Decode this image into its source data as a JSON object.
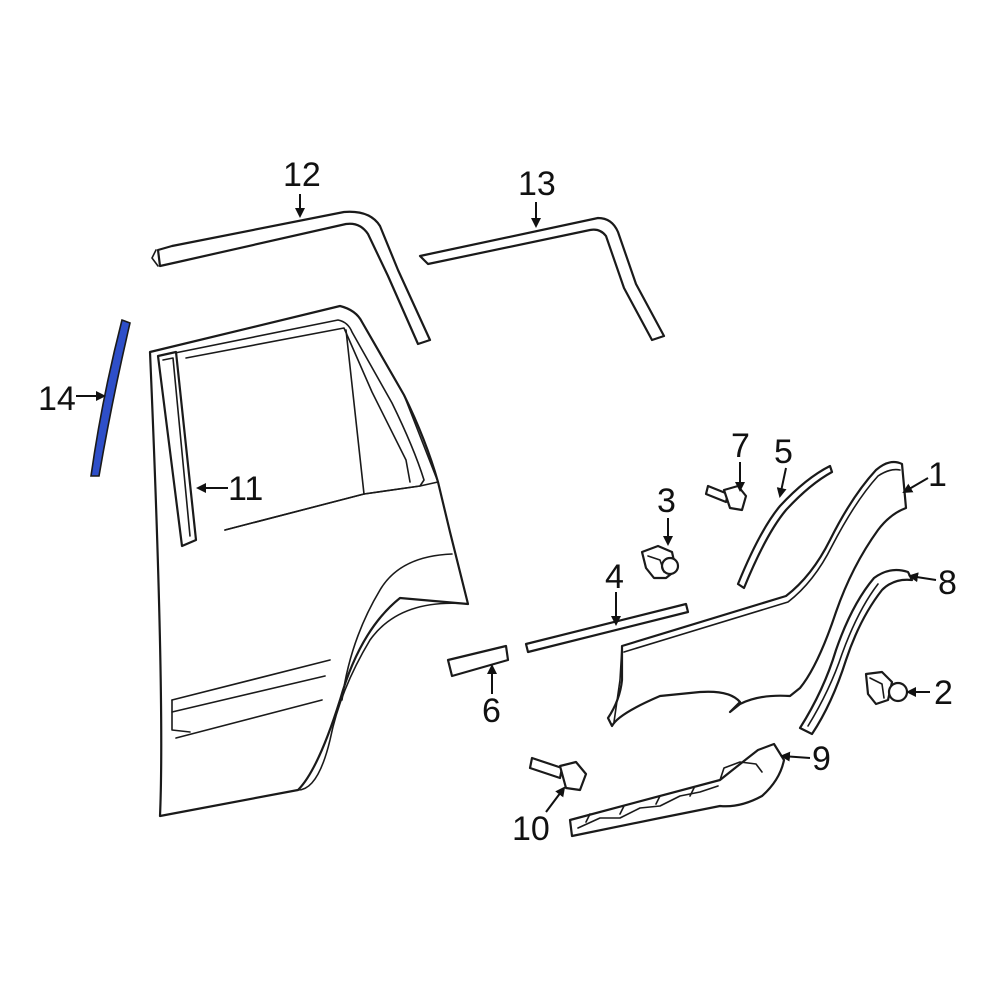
{
  "colors": {
    "line": "#1a1a1a",
    "highlight_fill": "#2e4fc9",
    "background": "#ffffff"
  },
  "callouts": [
    {
      "id": "1",
      "label": "1"
    },
    {
      "id": "2",
      "label": "2"
    },
    {
      "id": "3",
      "label": "3"
    },
    {
      "id": "4",
      "label": "4"
    },
    {
      "id": "5",
      "label": "5"
    },
    {
      "id": "6",
      "label": "6"
    },
    {
      "id": "7",
      "label": "7"
    },
    {
      "id": "8",
      "label": "8"
    },
    {
      "id": "9",
      "label": "9"
    },
    {
      "id": "10",
      "label": "10"
    },
    {
      "id": "11",
      "label": "11"
    },
    {
      "id": "12",
      "label": "12"
    },
    {
      "id": "13",
      "label": "13"
    },
    {
      "id": "14",
      "label": "14"
    }
  ],
  "highlighted_part": "14"
}
